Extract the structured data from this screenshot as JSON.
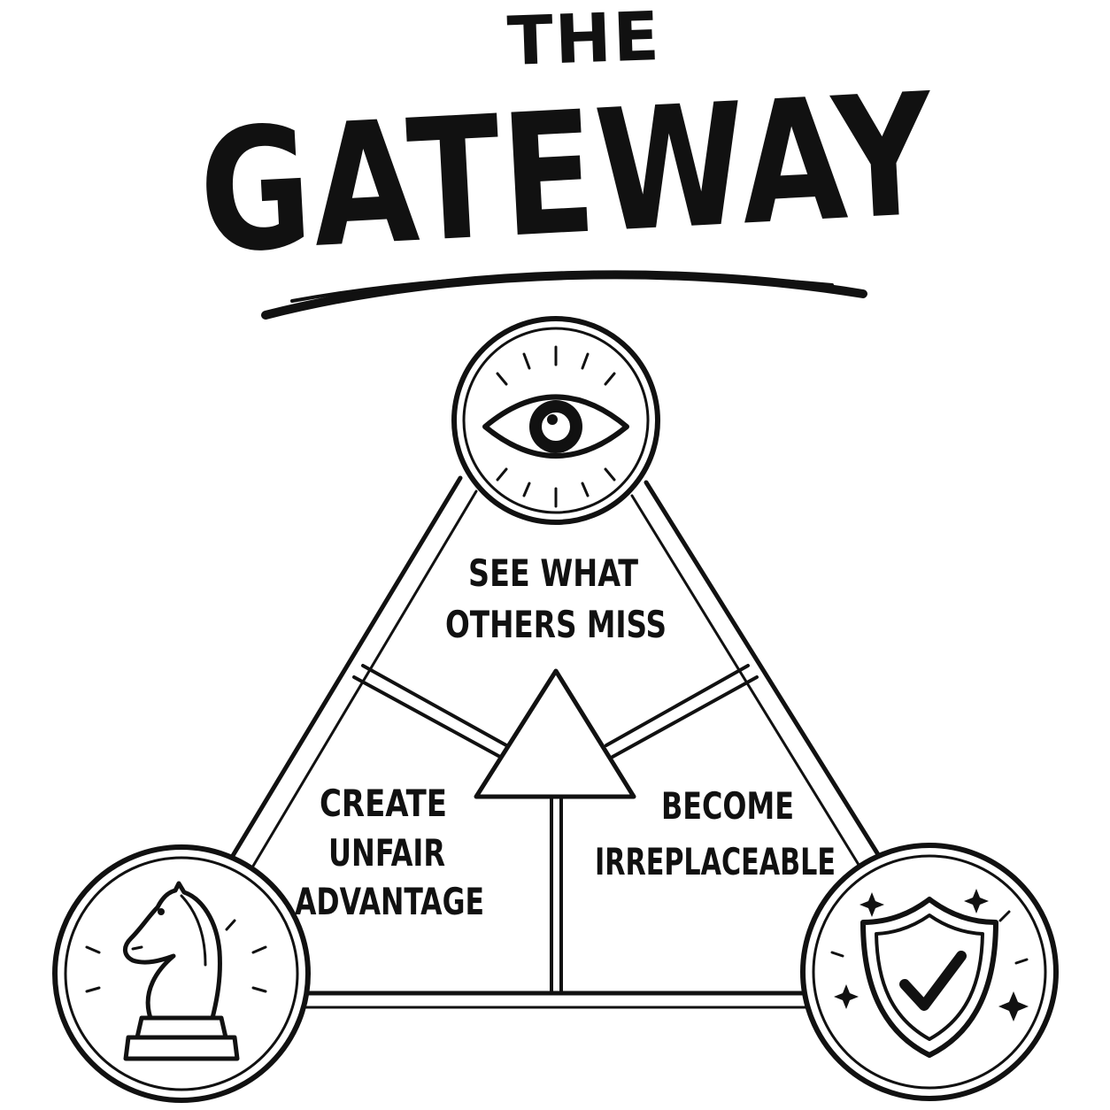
{
  "title": {
    "line1": "THE",
    "line2": "GATEWAY"
  },
  "sections": {
    "top": {
      "line1": "SEE WHAT",
      "line2": "OTHERS MISS",
      "icon": "eye-icon"
    },
    "left": {
      "line1": "CREATE",
      "line2": "UNFAIR",
      "line3": "ADVANTAGE",
      "icon": "chess-knight-icon"
    },
    "right": {
      "line1": "BECOME",
      "line2": "IRREPLACEABLE",
      "icon": "shield-check-icon"
    }
  },
  "colors": {
    "ink": "#111111",
    "paper": "#ffffff"
  }
}
